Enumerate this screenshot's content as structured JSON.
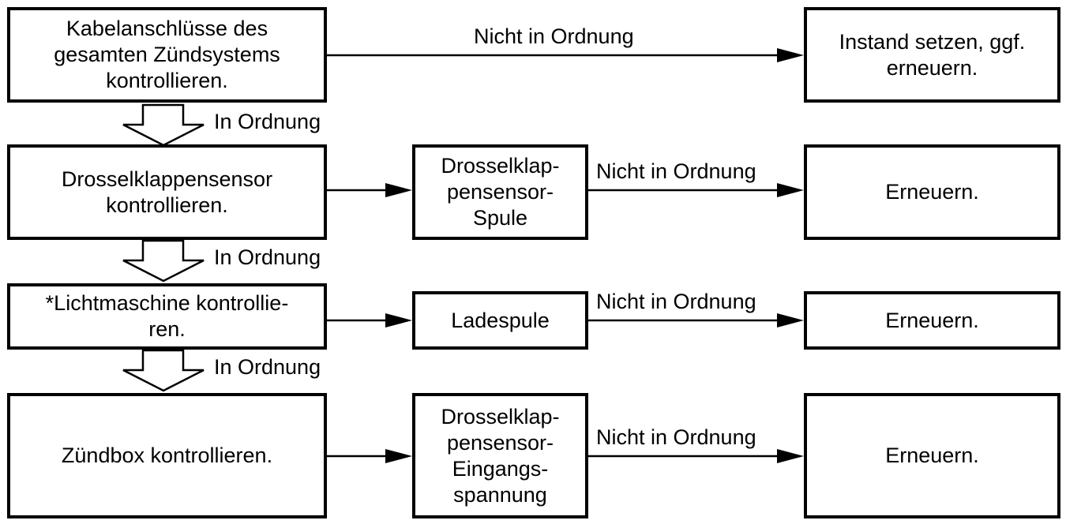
{
  "row1": {
    "check": "Kabelanschlüsse des\ngesamten Zündsystems\nkontrollieren.",
    "result_label": "Nicht in Ordnung",
    "action": "Instand setzen, ggf.\nerneuern."
  },
  "row2": {
    "check": "Drosselklappensensor\nkontrollieren.",
    "component": "Drosselklap-\npensensor-\nSpule",
    "result_label": "Nicht in Ordnung",
    "action": "Erneuern."
  },
  "row3": {
    "check": "*Lichtmaschine kontrollie-\nren.",
    "component": "Ladespule",
    "result_label": "Nicht in Ordnung",
    "action": "Erneuern."
  },
  "row4": {
    "check": "Zündbox kontrollieren.",
    "component": "Drosselklap-\npensensor-\nEingangs-\nspannung",
    "result_label": "Nicht in Ordnung",
    "action": "Erneuern."
  },
  "ok_labels": [
    "In Ordnung",
    "In Ordnung",
    "In Ordnung"
  ]
}
